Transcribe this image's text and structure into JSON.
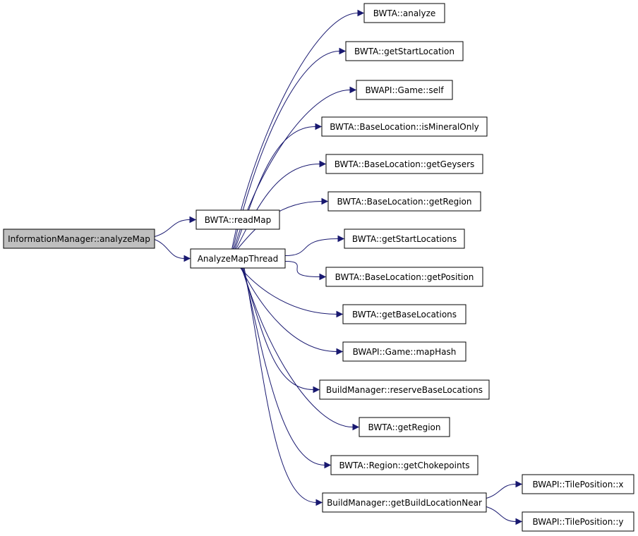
{
  "nodes": {
    "root": "InformationManager::analyzeMap",
    "read_map": "BWTA::readMap",
    "thread": "AnalyzeMapThread",
    "analyze": "BWTA::analyze",
    "get_start_location": "BWTA::getStartLocation",
    "game_self": "BWAPI::Game::self",
    "is_mineral_only": "BWTA::BaseLocation::isMineralOnly",
    "get_geysers": "BWTA::BaseLocation::getGeysers",
    "bl_get_region": "BWTA::BaseLocation::getRegion",
    "get_start_locations": "BWTA::getStartLocations",
    "get_position": "BWTA::BaseLocation::getPosition",
    "get_base_locations": "BWTA::getBaseLocations",
    "map_hash": "BWAPI::Game::mapHash",
    "reserve_base_locations": "BuildManager::reserveBaseLocations",
    "get_region": "BWTA::getRegion",
    "get_chokepoints": "BWTA::Region::getChokepoints",
    "get_build_location_near": "BuildManager::getBuildLocationNear",
    "tile_x": "BWAPI::TilePosition::x",
    "tile_y": "BWAPI::TilePosition::y"
  },
  "edges": [
    [
      "root",
      "read_map"
    ],
    [
      "root",
      "thread"
    ],
    [
      "thread",
      "analyze"
    ],
    [
      "thread",
      "get_start_location"
    ],
    [
      "thread",
      "game_self"
    ],
    [
      "thread",
      "is_mineral_only"
    ],
    [
      "thread",
      "get_geysers"
    ],
    [
      "thread",
      "bl_get_region"
    ],
    [
      "thread",
      "get_start_locations"
    ],
    [
      "thread",
      "get_position"
    ],
    [
      "thread",
      "get_base_locations"
    ],
    [
      "thread",
      "map_hash"
    ],
    [
      "thread",
      "reserve_base_locations"
    ],
    [
      "thread",
      "get_region"
    ],
    [
      "thread",
      "get_chokepoints"
    ],
    [
      "thread",
      "get_build_location_near"
    ],
    [
      "get_build_location_near",
      "tile_x"
    ],
    [
      "get_build_location_near",
      "tile_y"
    ]
  ],
  "colors": {
    "edge": "#191970",
    "root_fill": "#bfbfbf",
    "node_fill": "#ffffff",
    "border": "#000000"
  }
}
